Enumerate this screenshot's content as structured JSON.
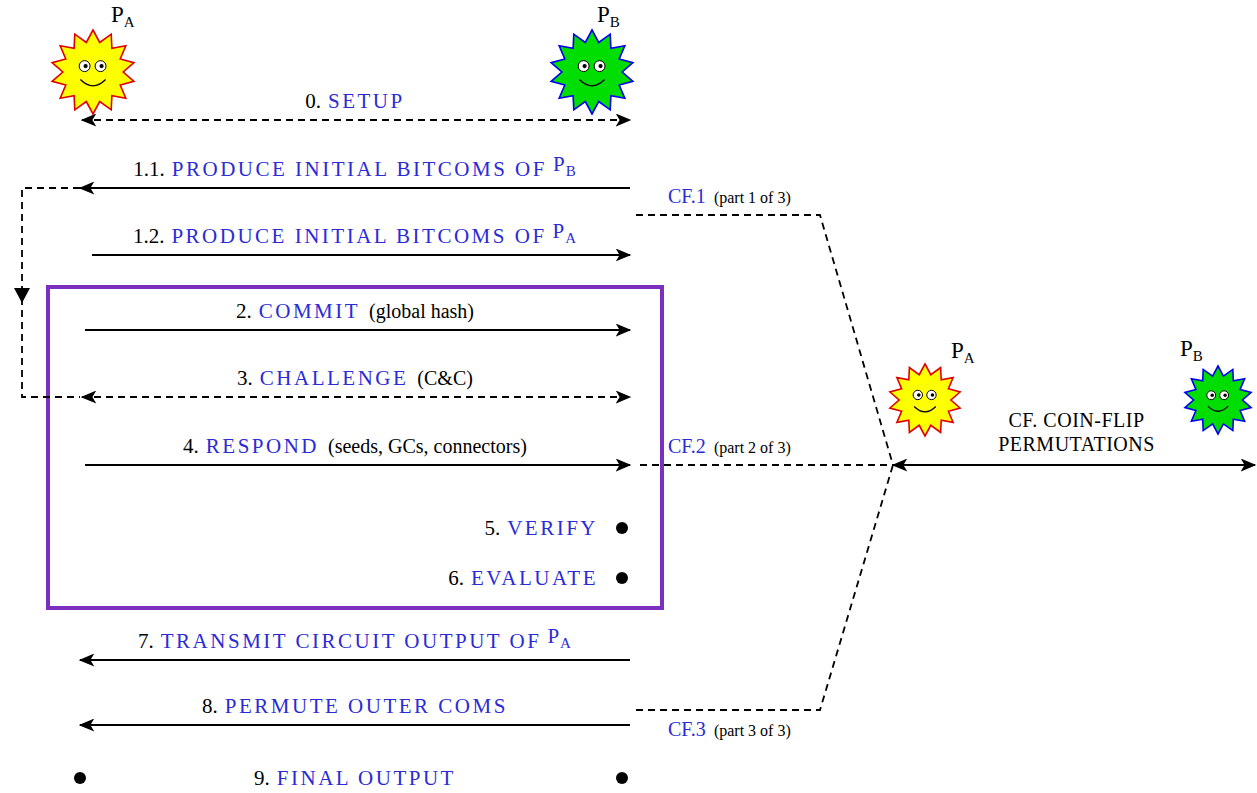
{
  "diagram": {
    "nodes": [
      {
        "text": [
          "PA"
        ]
      },
      {
        "text": [
          "PB"
        ]
      },
      {
        "text": [
          "PA"
        ]
      },
      {
        "text": [
          "PB"
        ]
      }
    ],
    "edges": [
      {
        "from": 2,
        "to": 3,
        "arrow": "both",
        "label": "CF. COIN-FLIP PERMUTATIONS"
      }
    ],
    "labels": [
      "0.",
      "SETUP",
      "1.1.",
      "PRODUCE INITIAL BITCOMS OF",
      "PB",
      "1.2.",
      "PRODUCE INITIAL BITCOMS OF",
      "PA",
      "2.",
      "COMMIT",
      "(global hash)",
      "3.",
      "CHALLENGE",
      "(C&C)",
      "4.",
      "RESPOND",
      "(seeds, GCs, connectors)",
      "5.",
      "VERIFY",
      "6.",
      "EVALUATE",
      "7.",
      "TRANSMIT CIRCUIT OUTPUT OF",
      "PA",
      "8.",
      "PERMUTE OUTER COMS",
      "9.",
      "FINAL OUTPUT",
      "CF.1",
      "(part 1 of 3)",
      "CF.2",
      "(part 2 of 3)",
      "CF.3",
      "(part 3 of 3)"
    ]
  }
}
